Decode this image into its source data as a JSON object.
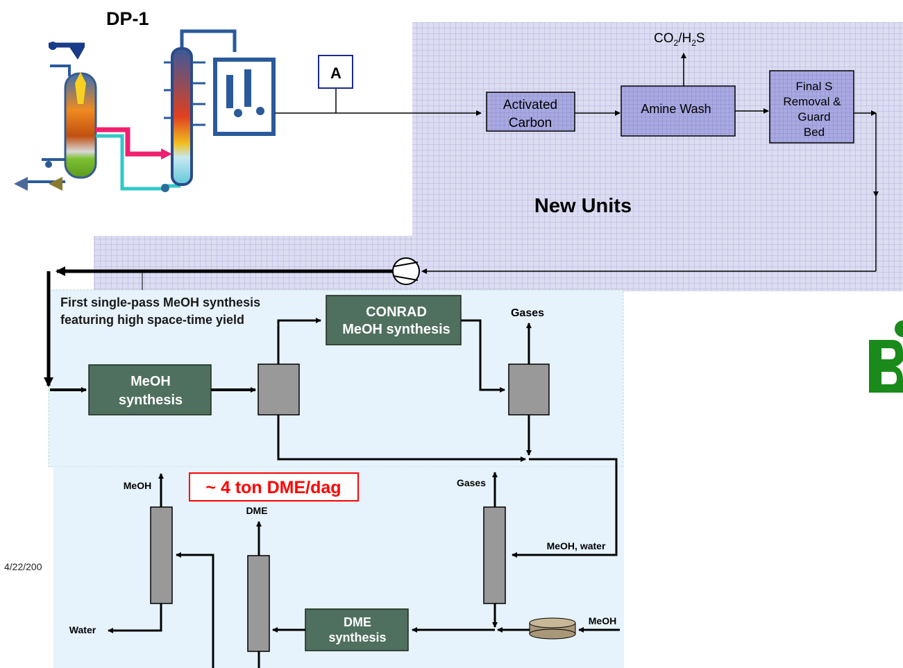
{
  "title": "DP-1",
  "label_a": "A",
  "co2": {
    "main": "CO",
    "sub1": "2",
    "mid": "/H",
    "sub2": "2",
    "end": "S"
  },
  "boxes": {
    "activated_carbon": [
      "Activated",
      "Carbon"
    ],
    "amine_wash": "Amine Wash",
    "final_s": [
      "Final S",
      "Removal &",
      "Guard",
      "Bed"
    ]
  },
  "new_units": "New Units",
  "note": [
    "First single-pass MeOH synthesis",
    "featuring high space-time yield"
  ],
  "meoh_synthesis": [
    "MeOH",
    "synthesis"
  ],
  "conrad": [
    "CONRAD",
    "MeOH synthesis"
  ],
  "gases_top": "Gases",
  "gases_bottom": "Gases",
  "highlight": "~ 4 ton DME/dag",
  "meoh_out": "MeOH",
  "dme_out": "DME",
  "meoh_water": "MeOH, water",
  "meoh_in": "MeOH",
  "water_out": "Water",
  "dme_synthesis": [
    "DME",
    "synthesis"
  ],
  "date_fragment": "4/22/200",
  "colors": {
    "grid_bg": "#dcdcf2",
    "grid_line": "#b4b4dc",
    "box_fill": "#a8a8e0",
    "green_box": "#4f6f5f",
    "panel_bg": "#e6f3fc",
    "highlight": "#ff0000",
    "logo_green": "#1a8a1a"
  }
}
